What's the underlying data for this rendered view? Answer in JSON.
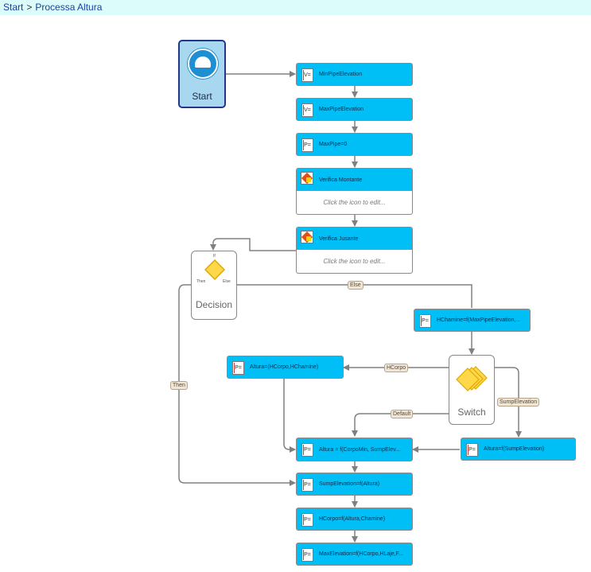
{
  "breadcrumb": {
    "root": "Start",
    "separator": ">",
    "current": "Processa Altura"
  },
  "start_node": {
    "label": "Start",
    "icon": "hard-hat-icon"
  },
  "nodes": {
    "min_pipe_elev": {
      "label": "MinPipeElevation",
      "icon_text": "V="
    },
    "max_pipe_elev": {
      "label": "MaxPipeElevation",
      "icon_text": "V="
    },
    "max_pipe_zero": {
      "label": "MaxPipe=0",
      "icon_text": "P="
    },
    "verifica_montante": {
      "label": "Verifica Montante",
      "hint": "Click the icon to edit..."
    },
    "verifica_jusante": {
      "label": "Verifica Jusante",
      "hint": "Click the icon to edit..."
    },
    "hchamine": {
      "label": "HChamine=f(MaxPipeElevation,...",
      "icon_text": "P="
    },
    "altura_hcorpo": {
      "label": "Altura=(HCorpo,HChamine)",
      "icon_text": "P="
    },
    "altura_min": {
      "label": "Altura = f(CorpoMin, SumpElev...",
      "icon_text": "P="
    },
    "altura_sump": {
      "label": "Altura=f(SumpElevation)",
      "icon_text": "P="
    },
    "sump_elev": {
      "label": "SumpElevation=f(Altura)",
      "icon_text": "P="
    },
    "hcorpo": {
      "label": "HCorpo=f(Altura,Chamine)",
      "icon_text": "P="
    },
    "max_elev": {
      "label": "MaxElevation=f(HCorpo,HLaje,F...",
      "icon_text": "P="
    }
  },
  "decision": {
    "label": "Decision",
    "port_top": "If",
    "port_then": "Then",
    "port_else": "Else",
    "icon": "diamond-icon"
  },
  "switch": {
    "label": "Switch",
    "icon": "stacked-diamonds-icon"
  },
  "edge_labels": {
    "else": "Else",
    "then": "Then",
    "hcorpo": "HCorpo",
    "default": "Default",
    "sump": "SumpElevation"
  },
  "colors": {
    "node_fill": "#00bff7",
    "breadcrumb_bg": "#dcfcfc",
    "start_fill": "#a8d8f0",
    "start_border": "#24368a",
    "edge": "#808080"
  }
}
